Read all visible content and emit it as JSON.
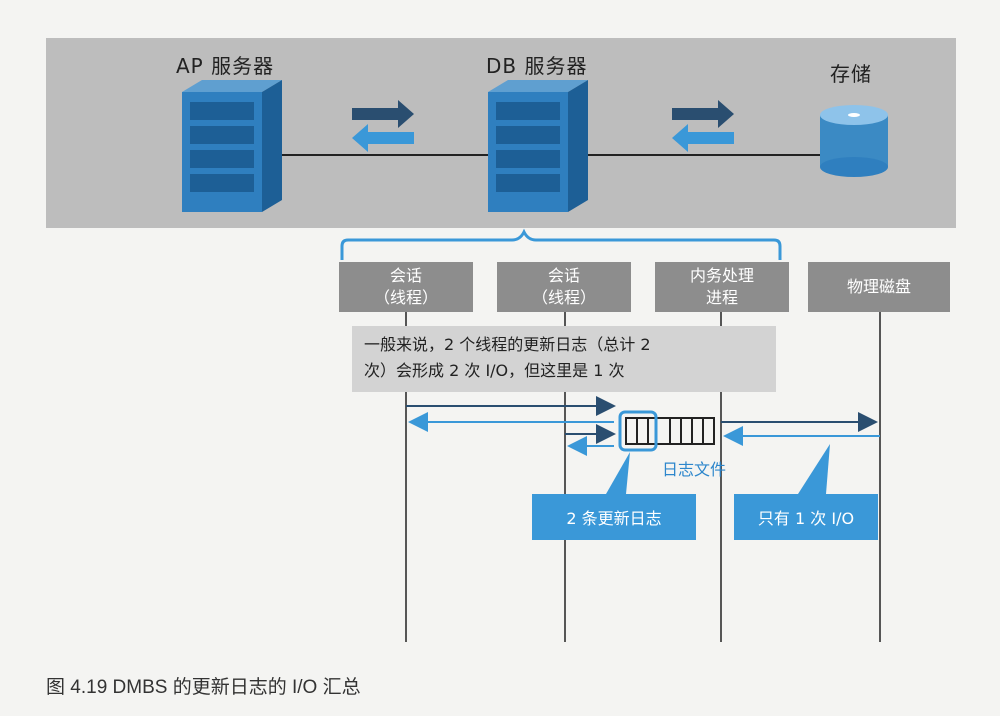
{
  "servers": {
    "ap_label": "AP 服务器",
    "db_label": "DB 服务器",
    "storage_label": "存储"
  },
  "processes": [
    {
      "line1": "会话",
      "line2": "（线程）"
    },
    {
      "line1": "会话",
      "line2": "（线程）"
    },
    {
      "line1": "内务处理",
      "line2": "进程"
    },
    {
      "line1": "物理磁盘",
      "line2": ""
    }
  ],
  "note": {
    "line1": "一般来说，2 个线程的更新日志（总计 2",
    "line2": "次）会形成 2 次 I/O，但这里是 1 次"
  },
  "log_file_label": "日志文件",
  "callouts": {
    "left": "2 条更新日志",
    "right": "只有 1 次 I/O"
  },
  "caption": "图 4.19    DMBS 的更新日志的 I/O 汇总",
  "colors": {
    "accent_blue": "#3a98d8",
    "dark_line": "#2a4e70",
    "panel_gray": "#bdbdbd",
    "box_gray": "#8d8d8d"
  }
}
